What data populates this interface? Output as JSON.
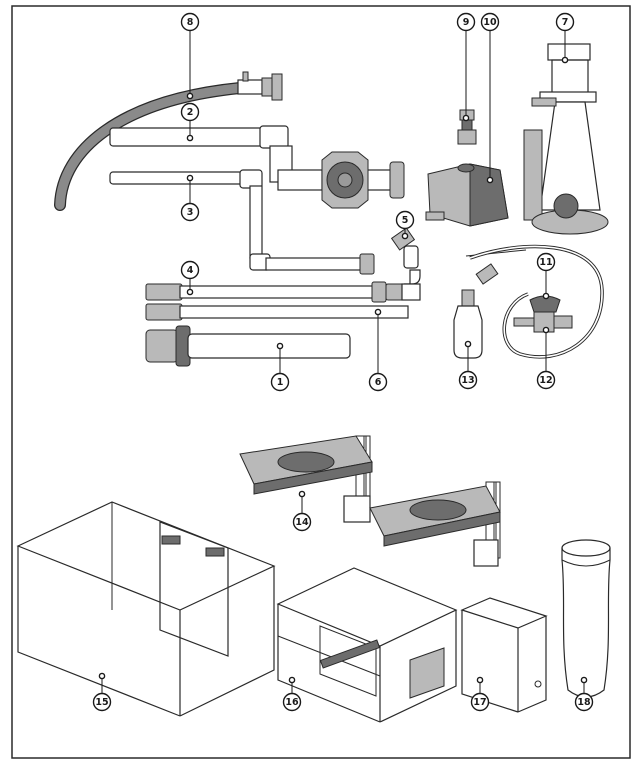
{
  "colors": {
    "outline": "#2a2a2a",
    "hose": "#8a8a8a",
    "pump_body": "#6d6d6d",
    "background": "#ffffff"
  },
  "callouts": [
    {
      "id": "1",
      "label": "1"
    },
    {
      "id": "2",
      "label": "2"
    },
    {
      "id": "3",
      "label": "3"
    },
    {
      "id": "4",
      "label": "4"
    },
    {
      "id": "5",
      "label": "5"
    },
    {
      "id": "6",
      "label": "6"
    },
    {
      "id": "7",
      "label": "7"
    },
    {
      "id": "8",
      "label": "8"
    },
    {
      "id": "9",
      "label": "9"
    },
    {
      "id": "10",
      "label": "10"
    },
    {
      "id": "11",
      "label": "11"
    },
    {
      "id": "12",
      "label": "12"
    },
    {
      "id": "13",
      "label": "13"
    },
    {
      "id": "14",
      "label": "14"
    },
    {
      "id": "15",
      "label": "15"
    },
    {
      "id": "16",
      "label": "16"
    },
    {
      "id": "17",
      "label": "17"
    },
    {
      "id": "18",
      "label": "18"
    }
  ]
}
